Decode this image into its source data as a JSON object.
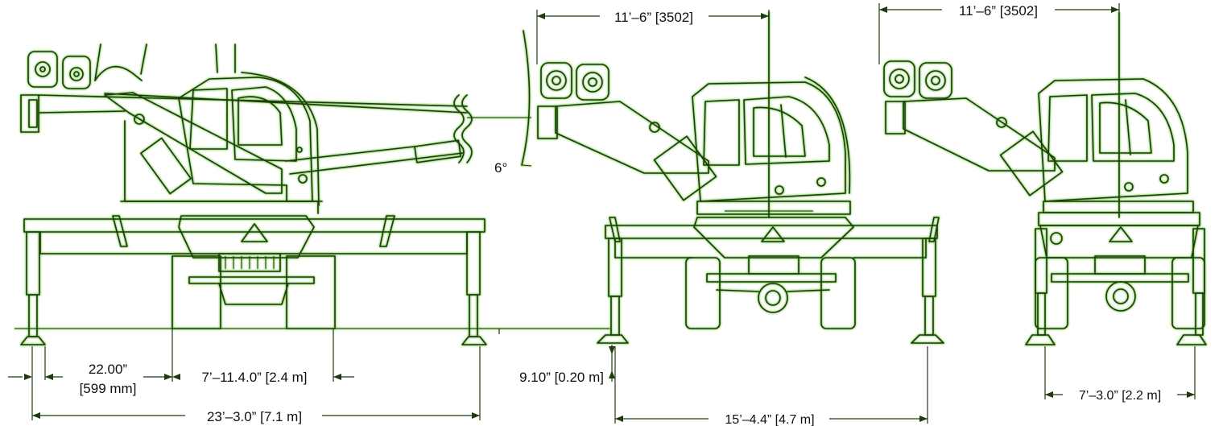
{
  "dimensions": {
    "width_top_middle": "11’–6” [3502]",
    "width_top_right": "11’–6” [3502]",
    "boom_angle": "6°",
    "inner_span_inches": "22.00”",
    "inner_span_mm": "[599 mm]",
    "track_width": "7’–11.4.0” [2.4 m]",
    "ground_clearance": "9.10” [0.20 m]",
    "outrigger_span_side": "23’–3.0” [7.1 m]",
    "outrigger_span_front": "15’–4.4” [4.7 m]",
    "retracted_width": "7’–3.0” [2.2 m]"
  },
  "colors": {
    "line": "#1e3a10",
    "glow": "#6bbf3a",
    "text": "#101010",
    "background": "#ffffff"
  }
}
